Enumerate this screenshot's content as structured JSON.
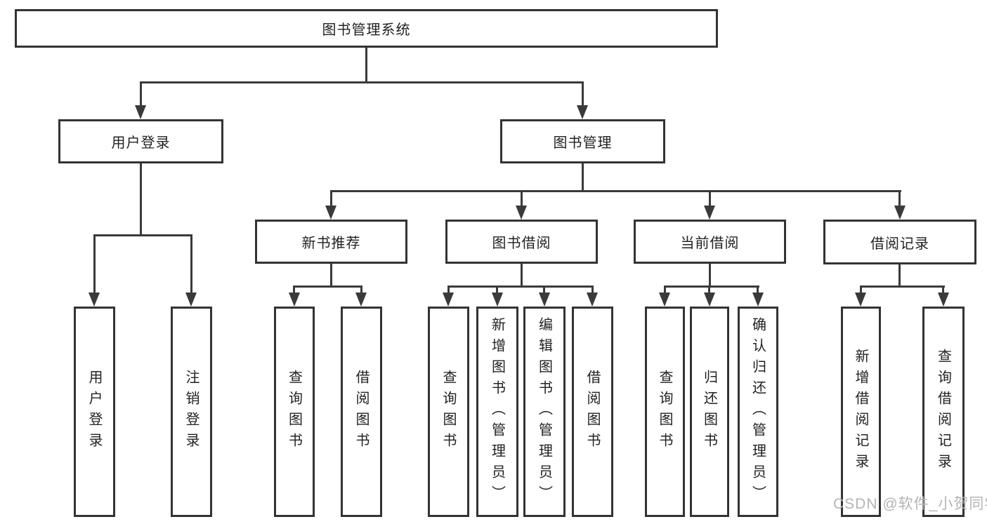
{
  "nodes": {
    "root": "图书管理系统",
    "l2_user_login": "用户登录",
    "l2_book_mgmt": "图书管理",
    "l3_new_rec": "新书推荐",
    "l3_borrow": "图书借阅",
    "l3_current": "当前借阅",
    "l3_records": "借阅记录",
    "leaf_login": "用户登录",
    "leaf_logout": "注销登录",
    "leaf_rec_query": "查询图书",
    "leaf_rec_borrow": "借阅图书",
    "leaf_bor_query": "查询图书",
    "leaf_bor_add": "新增图书（管理员）",
    "leaf_bor_edit": "编辑图书（管理员）",
    "leaf_bor_borrow": "借阅图书",
    "leaf_cur_query": "查询图书",
    "leaf_cur_return": "归还图书",
    "leaf_cur_confirm": "确认归还（管理员）",
    "leaf_rcd_add": "新增借阅记录",
    "leaf_rcd_query": "查询借阅记录"
  },
  "watermark": "CSDN @软件_小贺同学",
  "colors": {
    "line": "#3a3a3a",
    "box_border": "#333333",
    "text": "#222222",
    "watermark": "#b4b4b4"
  }
}
